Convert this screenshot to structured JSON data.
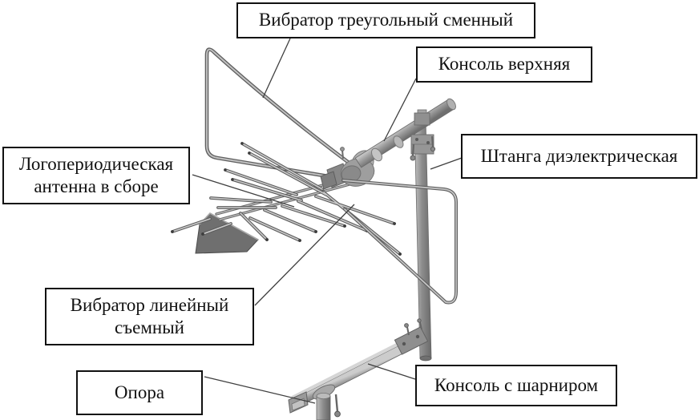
{
  "background_color": "#ffffff",
  "colors": {
    "label_border": "#111111",
    "label_text": "#111111",
    "leader_line": "#3f3f3f",
    "metal_light": "#c9c9c9",
    "metal_mid": "#999999",
    "metal_dark": "#5c5c5c",
    "plate_fill": "#6f6f6f"
  },
  "labels": {
    "triangular_vibrator": "Вибратор треугольный сменный",
    "upper_console": "Консоль верхняя",
    "dielectric_rod": "Штанга диэлектрическая",
    "log_periodic_antenna": "Логопериодическая антенна в сборе",
    "linear_vibrator": "Вибратор линейный съемный",
    "support": "Опора",
    "hinged_console": "Консоль с шарниром"
  }
}
